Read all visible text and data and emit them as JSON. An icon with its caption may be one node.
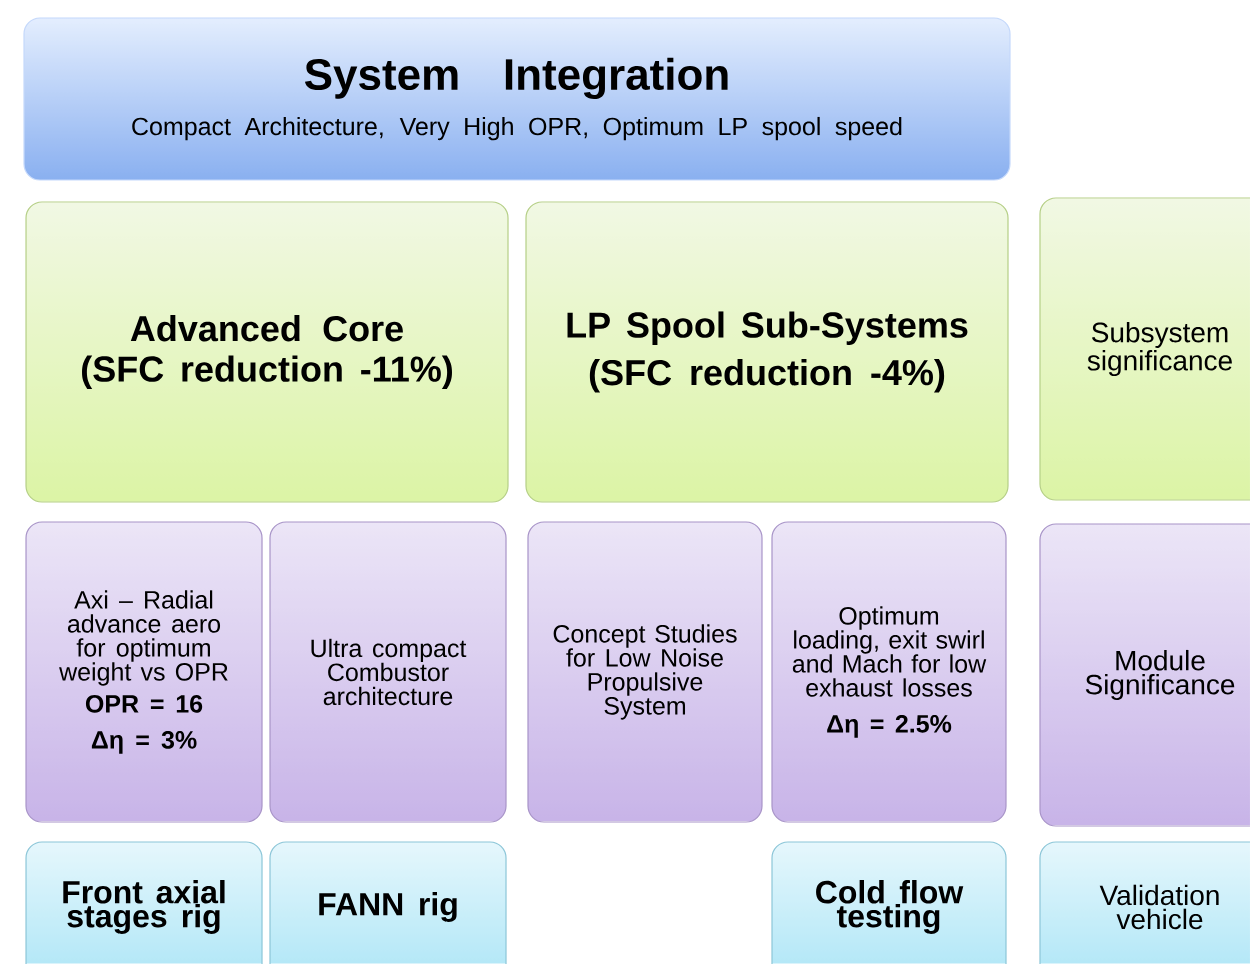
{
  "diagram": {
    "nodes": [
      {
        "text": [
          "System Integration",
          "Compact Architecture, Very High OPR, Optimum LP spool speed"
        ]
      },
      {
        "text": [
          "Advanced Core",
          "(SFC reduction -11%)"
        ]
      },
      {
        "text": [
          "LP Spool Sub-Systems",
          "(SFC reduction -4%)"
        ]
      },
      {
        "text": [
          "Subsystem significance"
        ]
      },
      {
        "text": [
          "Axi – Radial advance aero for optimum weight vs OPR",
          "OPR = 16",
          "Δη = 3%"
        ]
      },
      {
        "text": [
          "Ultra compact Combustor architecture"
        ]
      },
      {
        "text": [
          "Concept Studies for Low Noise Propulsive System"
        ]
      },
      {
        "text": [
          "Optimum loading, exit swirl and Mach for low exhaust losses",
          "Δη = 2.5%"
        ]
      },
      {
        "text": [
          "Module Significance"
        ]
      },
      {
        "text": [
          "Front axial stages rig"
        ]
      },
      {
        "text": [
          "FANN rig"
        ]
      },
      {
        "text": [
          "Cold flow testing"
        ]
      },
      {
        "text": [
          "Validation vehicle"
        ]
      }
    ]
  }
}
